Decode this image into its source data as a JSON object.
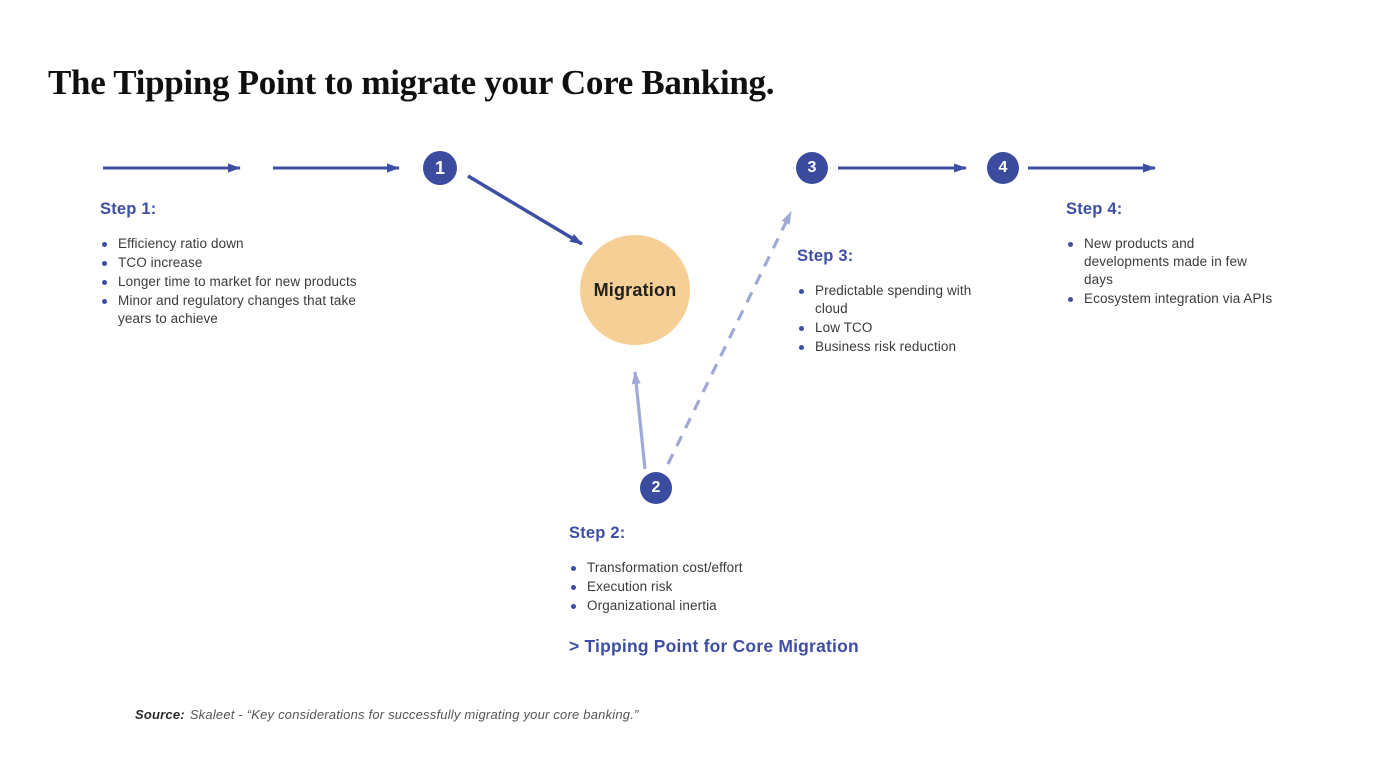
{
  "page": {
    "title": "The Tipping Point to migrate your Core Banking."
  },
  "diagram": {
    "nodes": [
      {
        "id": "1",
        "label": "1"
      },
      {
        "id": "2",
        "label": "2"
      },
      {
        "id": "3",
        "label": "3"
      },
      {
        "id": "4",
        "label": "4"
      }
    ],
    "migration": {
      "label": "Migration"
    },
    "colors": {
      "node_fill": "#3B4B9E",
      "node_text": "#FFFFFF",
      "arrow_solid": "#3E4FA3",
      "arrow_light": "#9FA9D8",
      "migration_fill": "#F6CF97",
      "migration_text": "#22201C",
      "heading_blue": "#3D4EA4",
      "body_text": "#3B3B3B"
    }
  },
  "steps": [
    {
      "heading": "Step 1:",
      "bullets": [
        "Efficiency ratio down",
        "TCO increase",
        "Longer time to market for new products",
        "Minor and regulatory changes that take years to achieve"
      ]
    },
    {
      "heading": "Step 2:",
      "bullets": [
        "Transformation cost/effort",
        "Execution risk",
        "Organizational inertia"
      ],
      "callout": "> Tipping Point for Core Migration"
    },
    {
      "heading": "Step 3:",
      "bullets": [
        "Predictable spending with cloud",
        "Low TCO",
        "Business risk reduction"
      ]
    },
    {
      "heading": "Step 4:",
      "bullets": [
        "New products and developments made in few days",
        "Ecosystem integration via APIs"
      ]
    }
  ],
  "source": {
    "label": "Source:",
    "text": "Skaleet - “Key considerations for successfully migrating your core banking.”"
  }
}
